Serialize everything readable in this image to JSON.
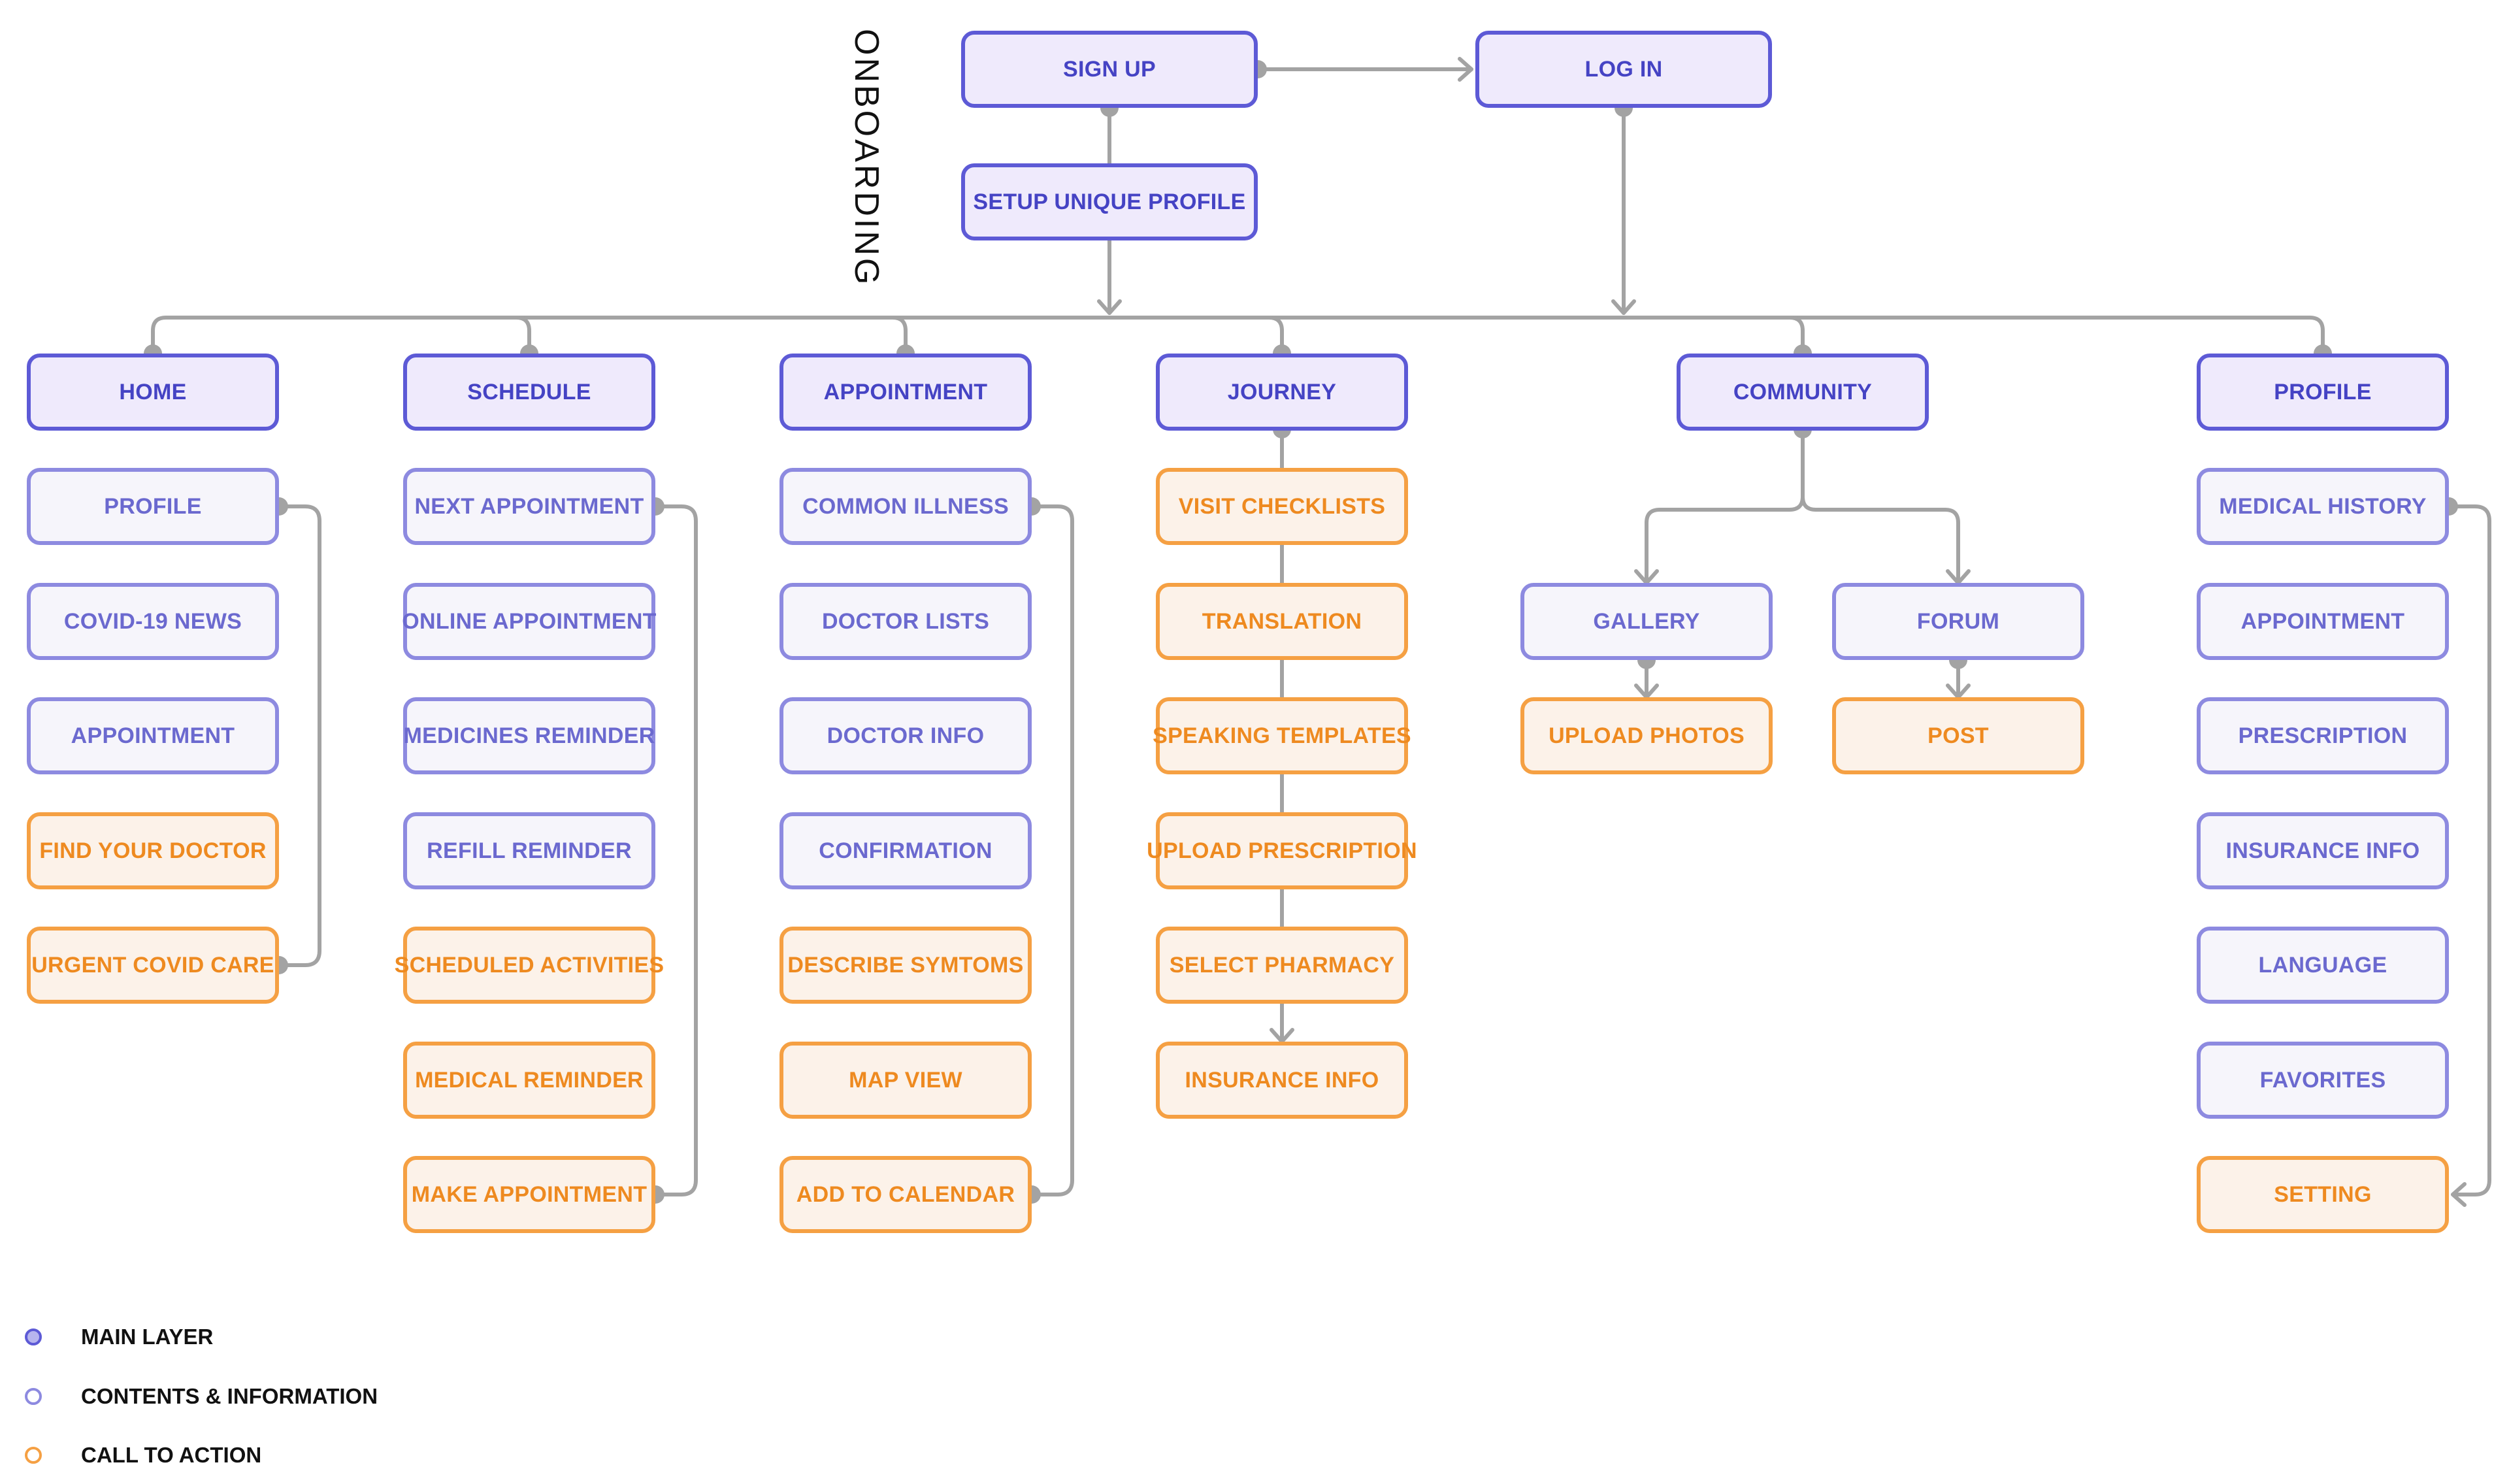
{
  "section_title": "ONBOARDING",
  "colors": {
    "main_border": "#5d5ad6",
    "main_fill": "#efeafc",
    "content_border": "#8d8ae0",
    "content_fill": "#f6f5fb",
    "cta_border": "#f5a043",
    "cta_fill": "#fcf2e9",
    "connector": "#a3a3a3"
  },
  "onboarding": {
    "sign_up": "SIGN UP",
    "log_in": "LOG IN",
    "setup_profile": "SETUP UNIQUE PROFILE"
  },
  "columns": [
    {
      "id": "home",
      "title": "HOME",
      "items": [
        {
          "label": "PROFILE",
          "kind": "content"
        },
        {
          "label": "COVID-19 NEWS",
          "kind": "content"
        },
        {
          "label": "APPOINTMENT",
          "kind": "content"
        },
        {
          "label": "FIND YOUR DOCTOR",
          "kind": "cta"
        },
        {
          "label": "URGENT COVID CARE",
          "kind": "cta"
        }
      ]
    },
    {
      "id": "schedule",
      "title": "SCHEDULE",
      "items": [
        {
          "label": "NEXT APPOINTMENT",
          "kind": "content"
        },
        {
          "label": "ONLINE APPOINTMENT",
          "kind": "content"
        },
        {
          "label": "MEDICINES REMINDER",
          "kind": "content"
        },
        {
          "label": "REFILL REMINDER",
          "kind": "content"
        },
        {
          "label": "SCHEDULED ACTIVITIES",
          "kind": "cta"
        },
        {
          "label": "MEDICAL REMINDER",
          "kind": "cta"
        },
        {
          "label": "MAKE APPOINTMENT",
          "kind": "cta"
        }
      ]
    },
    {
      "id": "appointment",
      "title": "APPOINTMENT",
      "items": [
        {
          "label": "COMMON ILLNESS",
          "kind": "content"
        },
        {
          "label": "DOCTOR LISTS",
          "kind": "content"
        },
        {
          "label": "DOCTOR INFO",
          "kind": "content"
        },
        {
          "label": "CONFIRMATION",
          "kind": "content"
        },
        {
          "label": "DESCRIBE SYMTOMS",
          "kind": "cta"
        },
        {
          "label": "MAP VIEW",
          "kind": "cta"
        },
        {
          "label": "ADD TO CALENDAR",
          "kind": "cta"
        }
      ]
    },
    {
      "id": "journey",
      "title": "JOURNEY",
      "items": [
        {
          "label": "VISIT CHECKLISTS",
          "kind": "cta"
        },
        {
          "label": "TRANSLATION",
          "kind": "cta"
        },
        {
          "label": "SPEAKING TEMPLATES",
          "kind": "cta"
        },
        {
          "label": "UPLOAD PRESCRIPTION",
          "kind": "cta"
        },
        {
          "label": "SELECT PHARMACY",
          "kind": "cta"
        },
        {
          "label": "INSURANCE INFO",
          "kind": "cta"
        }
      ]
    },
    {
      "id": "community",
      "title": "COMMUNITY",
      "items": [
        {
          "label": "GALLERY",
          "kind": "content"
        },
        {
          "label": "UPLOAD PHOTOS",
          "kind": "cta"
        },
        {
          "label": "FORUM",
          "kind": "content"
        },
        {
          "label": "POST",
          "kind": "cta"
        }
      ]
    },
    {
      "id": "profile",
      "title": "PROFILE",
      "items": [
        {
          "label": "MEDICAL HISTORY",
          "kind": "content"
        },
        {
          "label": "APPOINTMENT",
          "kind": "content"
        },
        {
          "label": "PRESCRIPTION",
          "kind": "content"
        },
        {
          "label": "INSURANCE INFO",
          "kind": "content"
        },
        {
          "label": "LANGUAGE",
          "kind": "content"
        },
        {
          "label": "FAVORITES",
          "kind": "content"
        },
        {
          "label": "SETTING",
          "kind": "cta"
        }
      ]
    }
  ],
  "legend": [
    {
      "label": "MAIN LAYER",
      "kind": "main"
    },
    {
      "label": "CONTENTS & INFORMATION",
      "kind": "content"
    },
    {
      "label": "CALL TO ACTION",
      "kind": "cta"
    }
  ]
}
